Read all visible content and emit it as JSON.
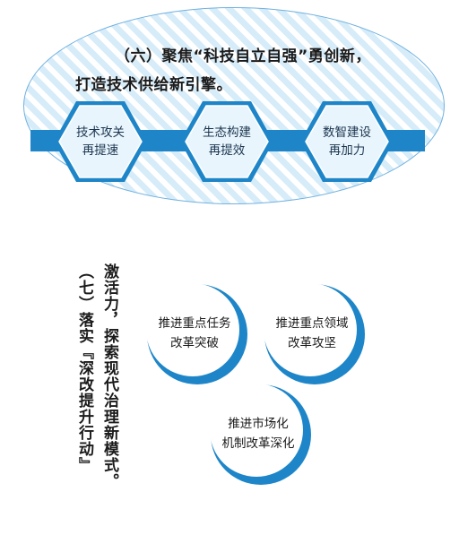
{
  "section6": {
    "headline_line1": "（六）聚焦“科技自立自强”勇创新，",
    "headline_line2": "打造技术供给新引擎。",
    "items": [
      {
        "line1": "技术攻关",
        "line2": "再提速"
      },
      {
        "line1": "生态构建",
        "line2": "再提效"
      },
      {
        "line1": "数智建设",
        "line2": "再加力"
      }
    ]
  },
  "section7": {
    "title_col1": "激活力，探索现代治理新模式。",
    "title_col2": "（七）落实『深改提升行动』",
    "items": [
      {
        "line1": "推进重点任务",
        "line2": "改革突破"
      },
      {
        "line1": "推进重点领域",
        "line2": "改革攻坚"
      },
      {
        "line1": "推进市场化",
        "line2": "机制改革深化"
      }
    ]
  },
  "colors": {
    "accent_blue": "#1e86c8",
    "light_blue": "#d7ecf9",
    "outline_blue": "#6fb1e0"
  }
}
